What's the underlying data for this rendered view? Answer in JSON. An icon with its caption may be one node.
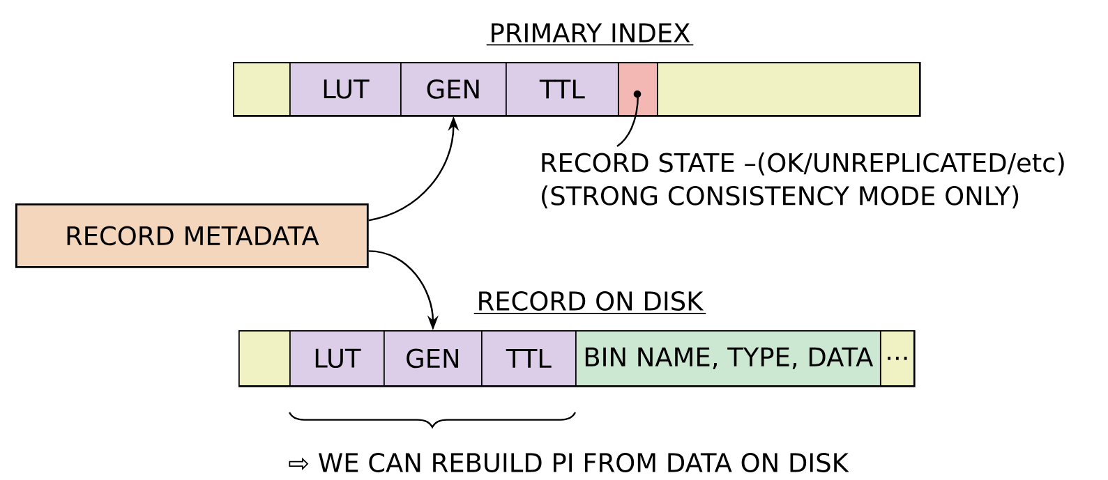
{
  "diagram": {
    "nodes": [
      {
        "text": [
          "RECORD METADATA"
        ]
      },
      {
        "text": [
          "PRIMARY INDEX"
        ]
      },
      {
        "text": [],
        "shape": "box",
        "in": 1
      },
      {
        "text": [
          "LUT"
        ],
        "in": 1
      },
      {
        "text": [
          "GEN"
        ],
        "in": 1
      },
      {
        "text": [
          "TTL"
        ],
        "in": 1
      },
      {
        "text": [],
        "shape": "box",
        "in": 1
      },
      {
        "text": [],
        "shape": "box",
        "in": 1
      },
      {
        "text": [
          "RECORD STATE –(OK/UNREPLICATED/etc)",
          "(STRONG CONSISTENCY MODE ONLY)"
        ]
      },
      {
        "text": [
          "RECORD ON DISK"
        ]
      },
      {
        "text": [],
        "shape": "box",
        "in": 9
      },
      {
        "text": [
          "LUT"
        ],
        "in": 9
      },
      {
        "text": [
          "GEN"
        ],
        "in": 9
      },
      {
        "text": [
          "TTL"
        ],
        "in": 9
      },
      {
        "text": [
          "BIN NAME, TYPE, DATA"
        ],
        "in": 9
      },
      {
        "text": [
          "..."
        ],
        "in": 9
      }
    ],
    "edges": [
      {
        "from": 0,
        "to": 4,
        "arrow": "to"
      },
      {
        "from": 0,
        "to": 12,
        "arrow": "to"
      },
      {
        "from": 6,
        "to": 8,
        "arrow": "none"
      }
    ],
    "labels": [
      "⇨ WE CAN REBUILD PI FROM DATA ON DISK"
    ]
  }
}
